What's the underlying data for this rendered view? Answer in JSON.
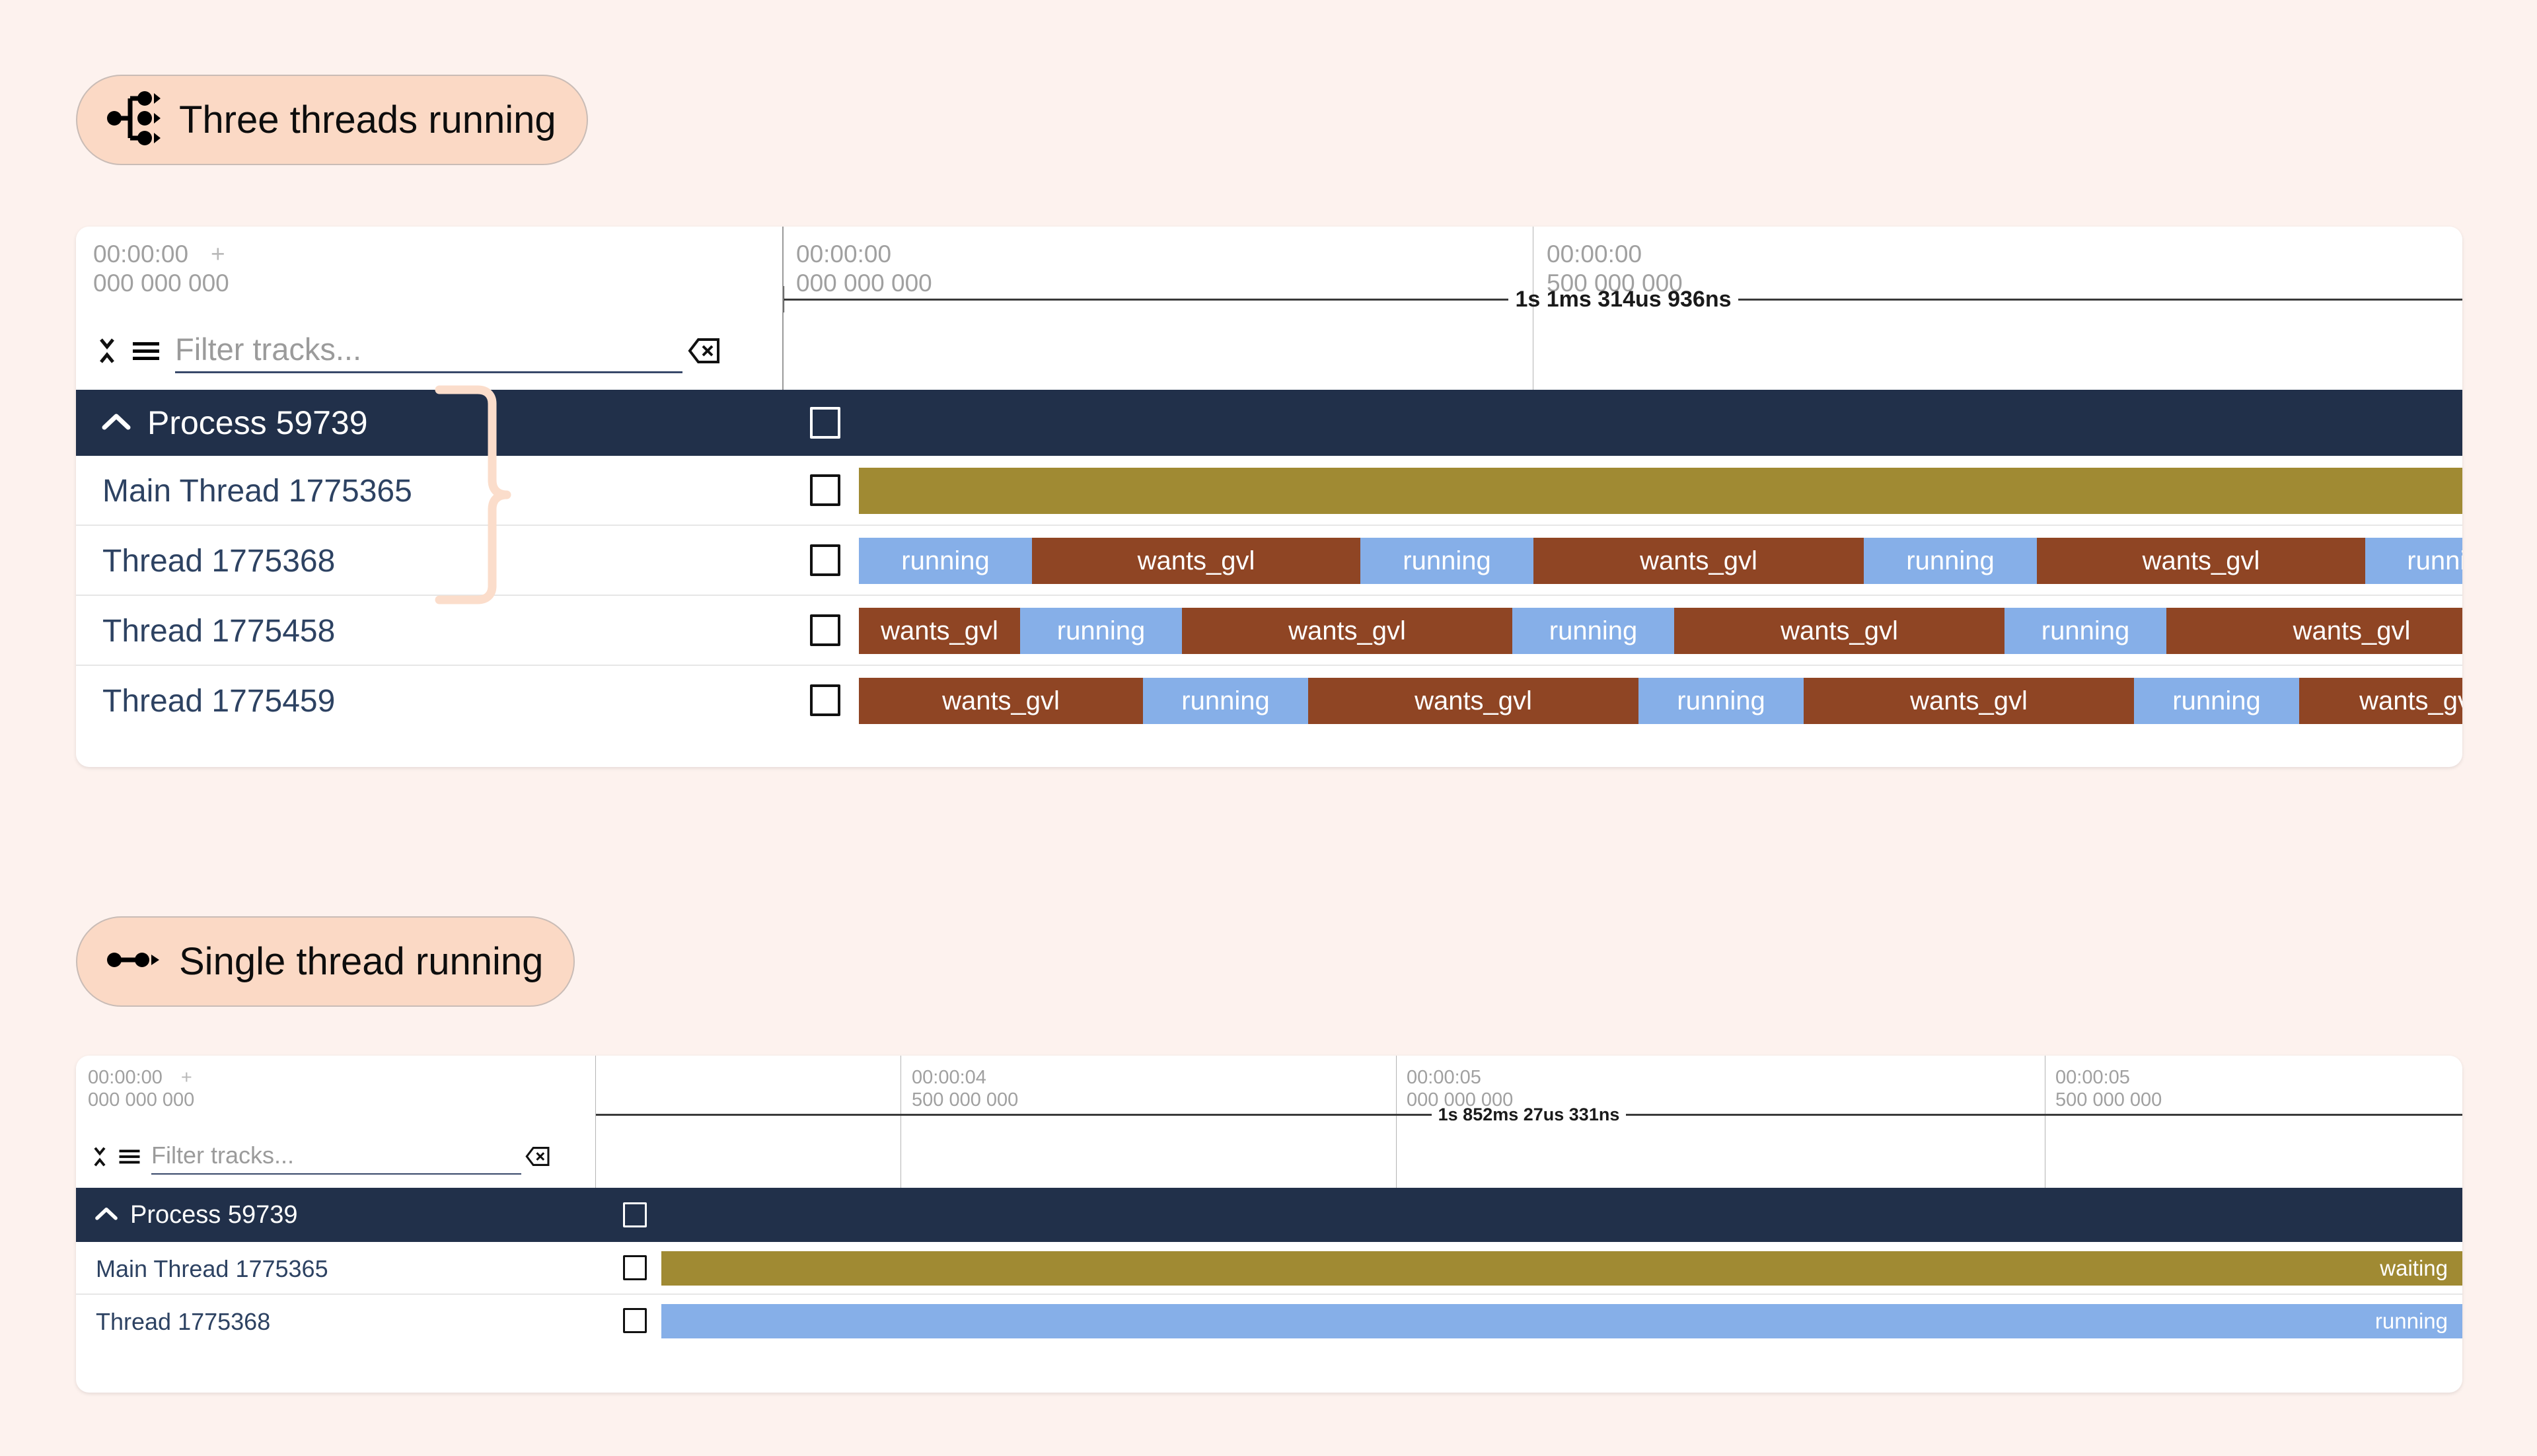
{
  "page": {
    "background_color": "#fdf2ee",
    "badge_color": "#fbd9c5"
  },
  "annotations": [
    {
      "id": "three-threads",
      "label": "Three threads running",
      "icon": "fork-three-branches-icon"
    },
    {
      "id": "single-thread",
      "label": "Single thread running",
      "icon": "single-branch-icon"
    }
  ],
  "colors": {
    "running": "#86afe8",
    "wants_gvl": "#8f4524",
    "main_thread": "#a08a33",
    "process_header": "#21304a",
    "thread_name": "#2d4262",
    "brace": "#fbddcb"
  },
  "panels": [
    {
      "id": "panel-three-threads",
      "filter": {
        "placeholder": "Filter tracks...",
        "value": "",
        "clear_icon": "clear-x-icon",
        "collapse_icon": "collapse-icon",
        "menu_icon": "list-icon"
      },
      "ruler": {
        "ticks": [
          {
            "time": "00:00:00",
            "sub": "000 000 000",
            "plus": "+"
          },
          {
            "time": "00:00:00",
            "sub": "000 000 000",
            "plus": ""
          },
          {
            "time": "00:00:00",
            "sub": "500 000 000",
            "plus": ""
          }
        ],
        "duration": "1s 1ms 314us 936ns"
      },
      "process": {
        "label": "Process 59739",
        "chevron": "chevron-up-icon",
        "checkbox": "process-checkbox"
      },
      "threads": [
        {
          "name": "Main Thread 1775365",
          "slices": [
            {
              "label": "",
              "state": "main_thread",
              "start": 0.0,
              "end": 100.0
            }
          ]
        },
        {
          "name": "Thread 1775368",
          "slices": [
            {
              "label": "running",
              "state": "running",
              "start": 0.0,
              "end": 4.4
            },
            {
              "label": "wants_gvl",
              "state": "wants_gvl",
              "start": 4.4,
              "end": 12.9
            },
            {
              "label": "running",
              "state": "running",
              "start": 12.9,
              "end": 17.4
            },
            {
              "label": "wants_gvl",
              "state": "wants_gvl",
              "start": 17.4,
              "end": 26.0
            },
            {
              "label": "running",
              "state": "running",
              "start": 26.0,
              "end": 30.6
            },
            {
              "label": "wants_gvl",
              "state": "wants_gvl",
              "start": 30.6,
              "end": 39.1
            },
            {
              "label": "runn",
              "state": "running",
              "start": 39.1,
              "end": 43.6
            }
          ]
        },
        {
          "name": "Thread 1775458",
          "slices": [
            {
              "label": "wants_gvl",
              "state": "wants_gvl",
              "start": 0.0,
              "end": 4.2
            },
            {
              "label": "running",
              "state": "running",
              "start": 4.2,
              "end": 8.4
            },
            {
              "label": "wants_gvl",
              "state": "wants_gvl",
              "start": 8.4,
              "end": 17.0
            },
            {
              "label": "running",
              "state": "running",
              "start": 17.0,
              "end": 21.2
            },
            {
              "label": "wants_gvl",
              "state": "wants_gvl",
              "start": 21.2,
              "end": 29.8
            },
            {
              "label": "running",
              "state": "running",
              "start": 29.8,
              "end": 34.0
            },
            {
              "label": "wants_gvl",
              "state": "wants_gvl",
              "start": 34.0,
              "end": 43.6
            }
          ]
        },
        {
          "name": "Thread 1775459",
          "slices": [
            {
              "label": "wants_gvl",
              "state": "wants_gvl",
              "start": 0.0,
              "end": 7.4
            },
            {
              "label": "running",
              "state": "running",
              "start": 7.4,
              "end": 11.7
            },
            {
              "label": "wants_gvl",
              "state": "wants_gvl",
              "start": 11.7,
              "end": 20.3
            },
            {
              "label": "running",
              "state": "running",
              "start": 20.3,
              "end": 24.6
            },
            {
              "label": "wants_gvl",
              "state": "wants_gvl",
              "start": 24.6,
              "end": 33.2
            },
            {
              "label": "running",
              "state": "running",
              "start": 33.2,
              "end": 37.5
            },
            {
              "label": "wants_gvl",
              "state": "wants_gvl",
              "start": 37.5,
              "end": 43.6
            }
          ]
        }
      ]
    },
    {
      "id": "panel-single-thread",
      "filter": {
        "placeholder": "Filter tracks...",
        "value": "",
        "clear_icon": "clear-x-icon",
        "collapse_icon": "collapse-icon",
        "menu_icon": "list-icon"
      },
      "ruler": {
        "ticks": [
          {
            "time": "00:00:00",
            "sub": "000 000 000",
            "plus": "+"
          },
          {
            "time": "00:00:04",
            "sub": "500 000 000",
            "plus": ""
          },
          {
            "time": "00:00:05",
            "sub": "000 000 000",
            "plus": ""
          },
          {
            "time": "00:00:05",
            "sub": "500 000 000",
            "plus": ""
          }
        ],
        "duration": "1s 852ms 27us 331ns"
      },
      "process": {
        "label": "Process 59739",
        "chevron": "chevron-up-icon",
        "checkbox": "process-checkbox"
      },
      "threads": [
        {
          "name": "Main Thread 1775365",
          "slices": [
            {
              "label": "waiting",
              "state": "main_thread",
              "start": 0.0,
              "end": 100.0
            }
          ]
        },
        {
          "name": "Thread 1775368",
          "slices": [
            {
              "label": "running",
              "state": "running",
              "start": 0.0,
              "end": 100.0
            }
          ]
        }
      ]
    }
  ]
}
